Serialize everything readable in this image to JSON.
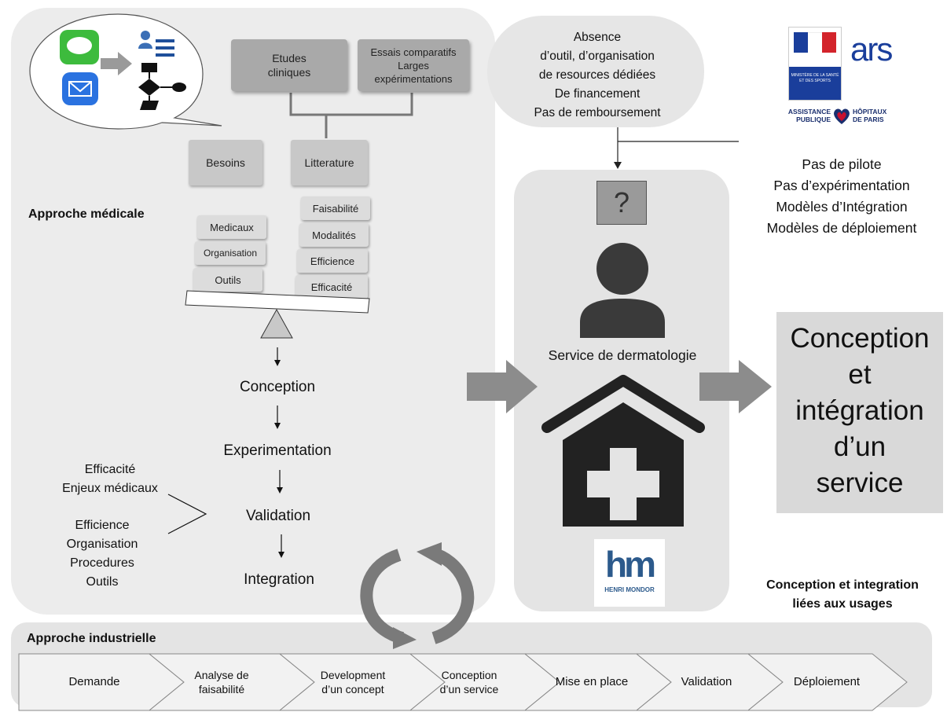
{
  "medical": {
    "title": "Approche médicale",
    "top_boxes": [
      "Etudes\ncliniques",
      "Essais comparatifs\nLarges\nexpérimentations"
    ],
    "mid_boxes": [
      "Besoins",
      "Litterature"
    ],
    "left_chips": [
      "Medicaux",
      "Organisation",
      "Outils"
    ],
    "right_chips": [
      "Faisabilité",
      "Modalités",
      "Efficience",
      "Efficacité"
    ],
    "steps": [
      "Conception",
      "Experimentation",
      "Validation",
      "Integration"
    ],
    "side_top": "Efficacité\nEnjeux médicaux",
    "side_bottom": "Efficience\nOrganisation\nProcedures\nOutils"
  },
  "absence": {
    "text": "Absence\nd’outil, d’organisation\nde resources dédiées\nDe financement\nPas de remboursement"
  },
  "logos": {
    "ministry": "MINISTÈRE DE LA SANTÉ ET DES SPORTS",
    "ars": "ars",
    "aphp_left": "ASSISTANCE\nPUBLIQUE",
    "aphp_right": "HÔPITAUX\nDE PARIS",
    "mondor": "HENRI MONDOR"
  },
  "pilot": {
    "text": "Pas de pilote\nPas d’expérimentation\nModèles d’Intégration\nModèles de déploiement"
  },
  "service": {
    "label": "Service de dermatologie",
    "question": "?"
  },
  "result": {
    "text": "Conception\net\nintégration\nd’un\nservice"
  },
  "usage_caption": "Conception et integration\nliées aux usages",
  "industrial": {
    "title": "Approche industrielle",
    "steps": [
      "Demande",
      "Analyse de\nfaisabilité",
      "Development\nd’un concept",
      "Conception\nd’un service",
      "Mise en place",
      "Validation",
      "Déploiement"
    ]
  },
  "colors": {
    "panel": "#ececec",
    "box_dark": "#a9a9a9",
    "box_light": "#c8c8c8",
    "arrow": "#8c8c8c",
    "service_icon": "#222222"
  }
}
